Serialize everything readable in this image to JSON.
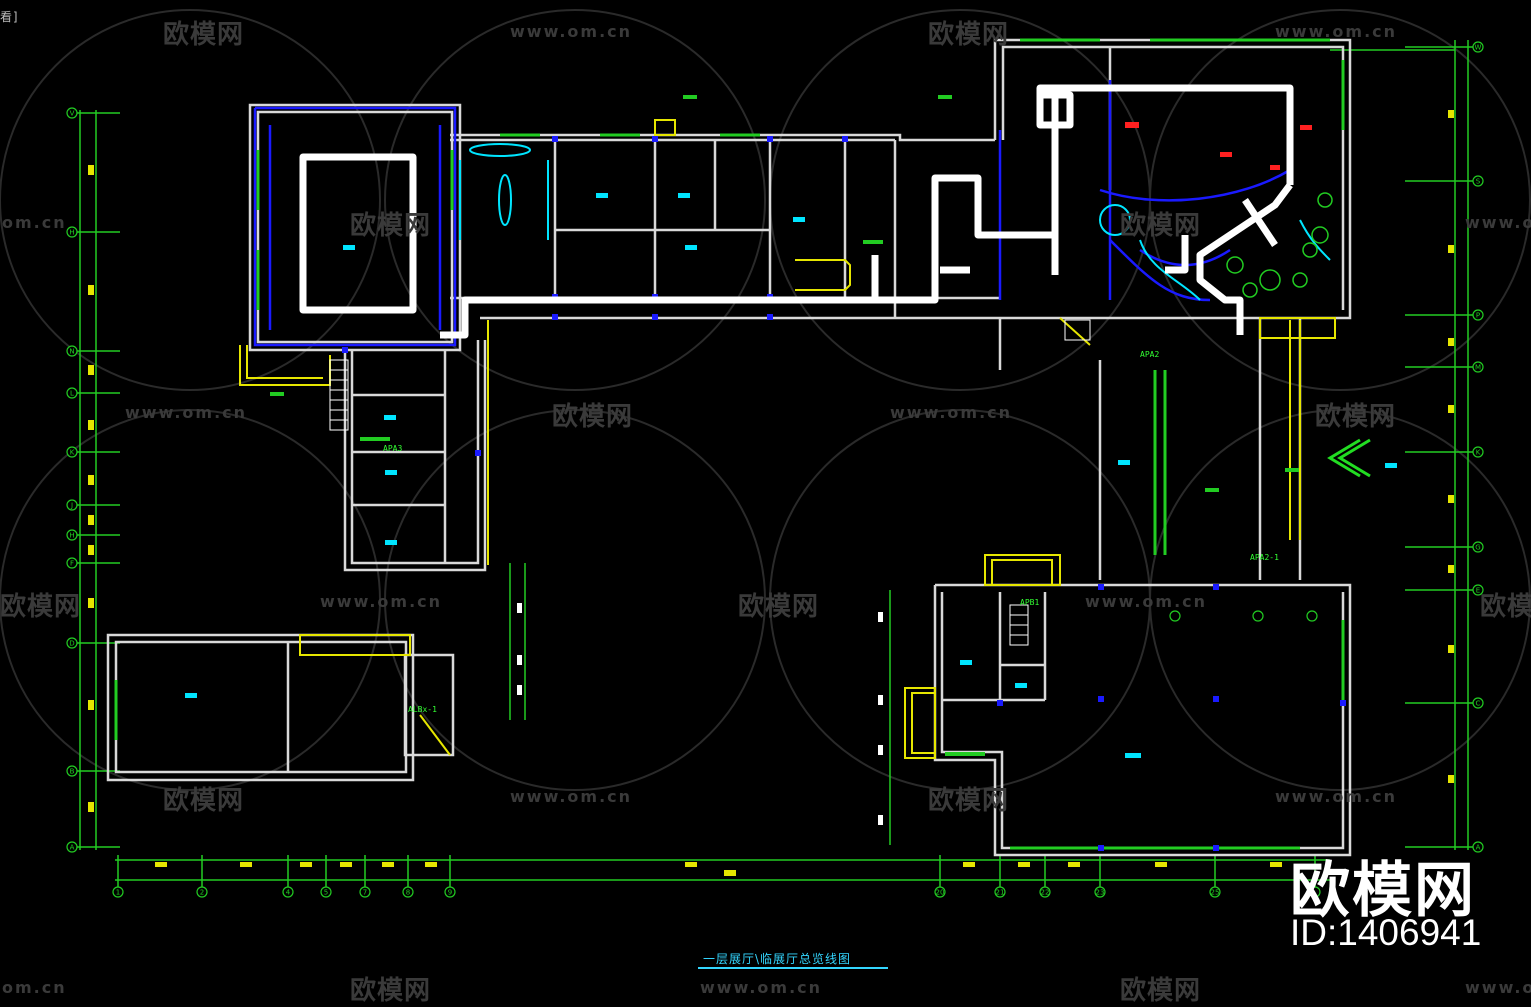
{
  "corner_tag": "看]",
  "title": "一层展厅\\临展厅总览线图",
  "brand": {
    "name": "欧模网",
    "id": "ID:1406941"
  },
  "watermark": {
    "cn": "欧模网",
    "url": "www.om.cn",
    "url_short": "om.cn"
  },
  "labels": {
    "apa2": "APA2",
    "apa2_1": "APA2-1",
    "apa3": "APA3",
    "apb1": "APB1",
    "albx1": "ALBx-1"
  },
  "grid": {
    "left_letters": [
      "V",
      "H",
      "N",
      "L",
      "K",
      "J",
      "H",
      "F",
      "D",
      "B",
      "A"
    ],
    "right_letters": [
      "W",
      "S",
      "P",
      "M",
      "K",
      "G",
      "E",
      "C",
      "A"
    ],
    "bottom_numbers": [
      "1",
      "2",
      "4",
      "5",
      "7",
      "8",
      "9",
      "20",
      "21",
      "22",
      "23",
      "25"
    ]
  },
  "colors": {
    "background": "#000000",
    "wall": "#d9d9d9",
    "grid": "#22cc22",
    "accent_blue": "#1a1aff",
    "accent_cyan": "#00e5ff",
    "accent_yellow": "#e6e600",
    "route": "#ffffff",
    "arrow": "#22dd22"
  }
}
